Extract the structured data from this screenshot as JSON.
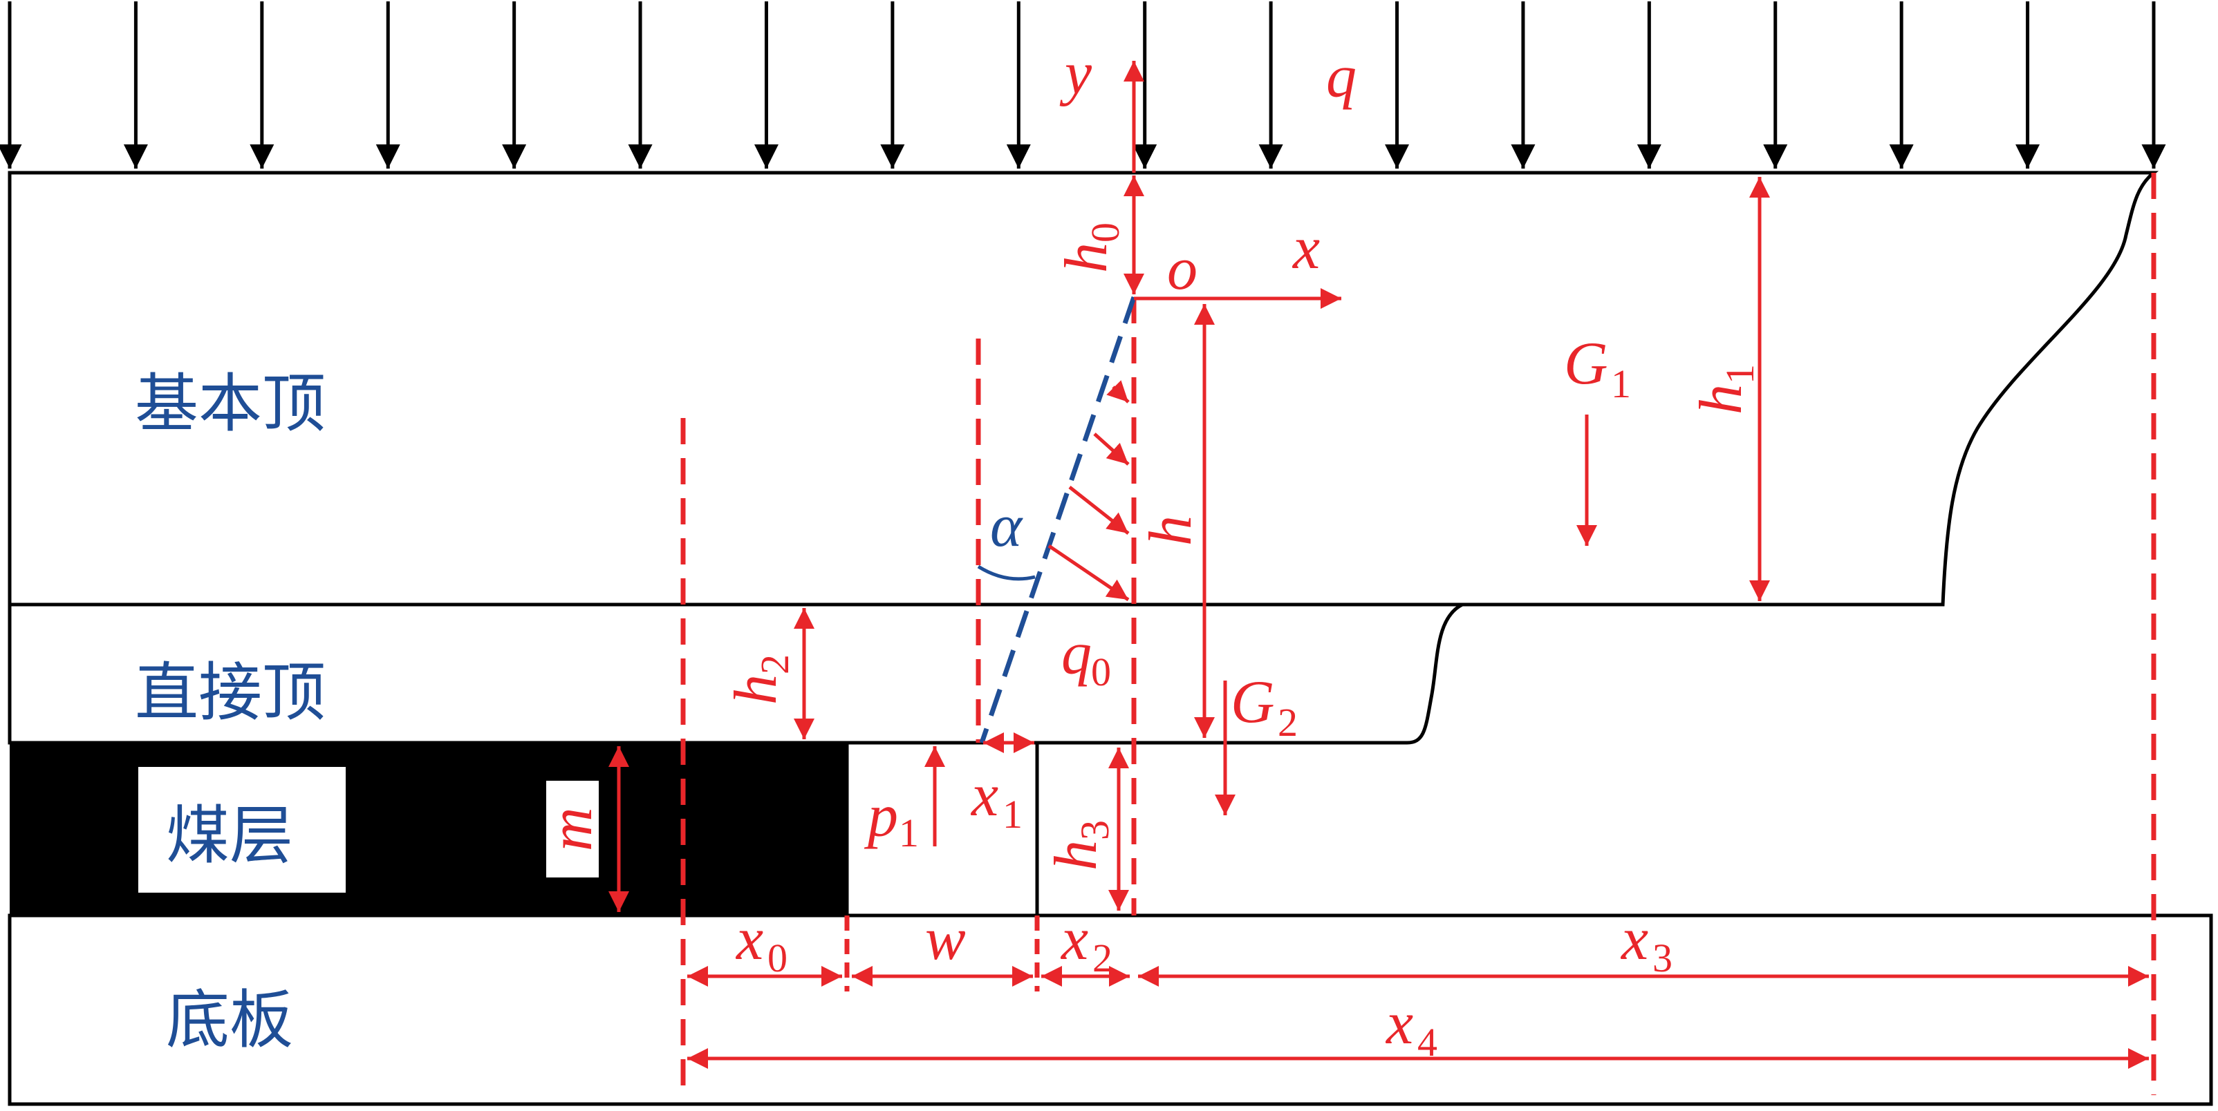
{
  "colors": {
    "red": "#e8262a",
    "blue": "#1f4e96",
    "black": "#000000"
  },
  "strata": {
    "main_roof": "基本顶",
    "immediate_roof": "直接顶",
    "coal_seam": "煤层",
    "floor": "底板"
  },
  "symbols": {
    "q": "q",
    "y": "y",
    "x": "x",
    "o": "o",
    "alpha": "α",
    "m": "m",
    "w": "w",
    "h": "h",
    "q0": {
      "base": "q",
      "sub": "0"
    },
    "p1": {
      "base": "p",
      "sub": "1"
    },
    "h0": {
      "base": "h",
      "sub": "0"
    },
    "h1": {
      "base": "h",
      "sub": "1"
    },
    "h2": {
      "base": "h",
      "sub": "2"
    },
    "h3": {
      "base": "h",
      "sub": "3"
    },
    "G1": {
      "base": "G",
      "sub": "1"
    },
    "G2": {
      "base": "G",
      "sub": "2"
    },
    "x0": {
      "base": "x",
      "sub": "0"
    },
    "x1": {
      "base": "x",
      "sub": "1"
    },
    "x2": {
      "base": "x",
      "sub": "2"
    },
    "x3": {
      "base": "x",
      "sub": "3"
    },
    "x4": {
      "base": "x",
      "sub": "4"
    }
  }
}
